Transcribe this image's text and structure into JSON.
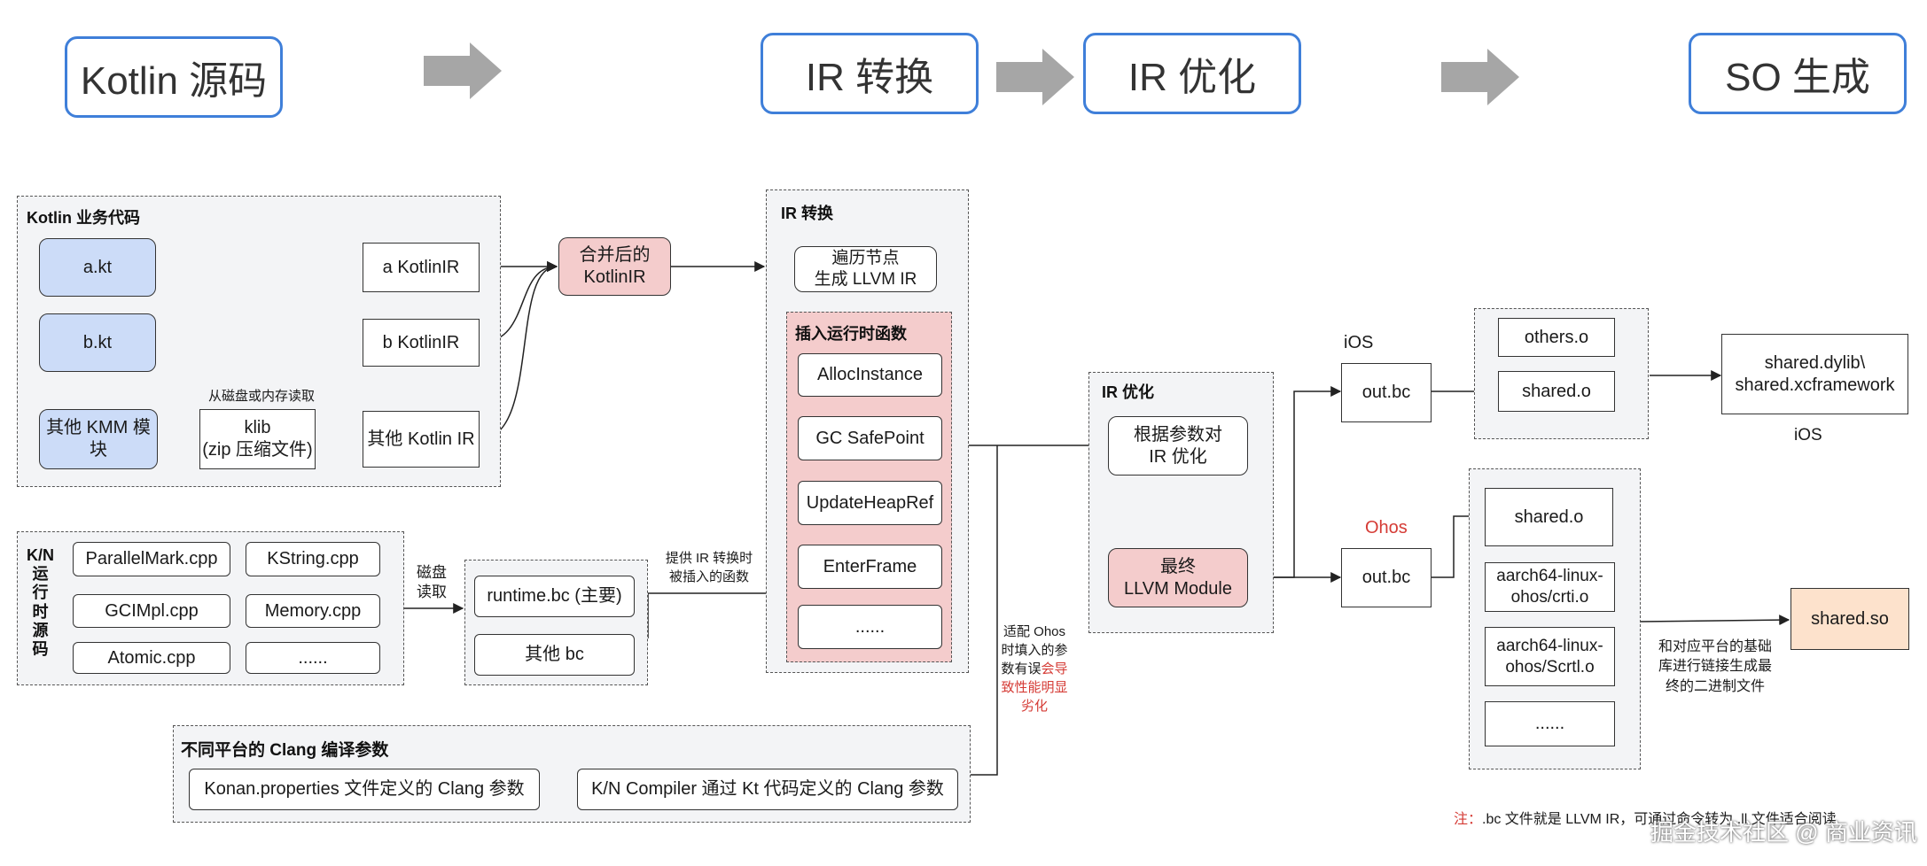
{
  "stages": {
    "s1": "Kotlin 源码",
    "s2": "IR 转换",
    "s3": "IR 优化",
    "s4": "SO 生成"
  },
  "kotlin_group": {
    "title": "Kotlin 业务代码",
    "a_kt": "a.kt",
    "b_kt": "b.kt",
    "kmm": "其他 KMM 模块",
    "klib": "klib\n(zip 压缩文件)",
    "read_note": "从磁盘或内存读取",
    "a_ir": "a  KotlinIR",
    "b_ir": "b  KotlinIR",
    "other_ir": "其他 Kotlin IR"
  },
  "merged": "合并后的\nKotlinIR",
  "kn_group": {
    "title": "K/N\n运\n行\n时\n源\n码",
    "files": [
      "ParallelMark.cpp",
      "KString.cpp",
      "GCIMpl.cpp",
      "Memory.cpp",
      "Atomic.cpp",
      "......"
    ]
  },
  "disk_read": "磁盘\n读取",
  "bc_group": {
    "runtime": "runtime.bc (主要)",
    "other": "其他 bc"
  },
  "provide_note": "提供 IR 转换时\n被插入的函数",
  "ir_group": {
    "title": "IR 转换",
    "traverse": "遍历节点\n生成 LLVM IR",
    "insert_title": "插入运行时函数",
    "funcs": [
      "AllocInstance",
      "GC SafePoint",
      "UpdateHeapRef",
      "EnterFrame",
      "......"
    ]
  },
  "opt_group": {
    "title": "IR 优化",
    "param": "根据参数对\nIR 优化",
    "final": "最终\nLLVM Module"
  },
  "adapt_note": {
    "normal": "适配 Ohos\n时填入的参\n数有误",
    "red": "会导\n致性能明显\n劣化"
  },
  "clang_group": {
    "title": "不同平台的 Clang 编译参数",
    "konan": "Konan.properties 文件定义的 Clang 参数",
    "compiler": "K/N Compiler 通过 Kt 代码定义的 Clang 参数"
  },
  "ios": {
    "label": "iOS",
    "out": "out.bc",
    "others": "others.o",
    "shared": "shared.o",
    "dylib": "shared.dylib\\\nshared.xcframework",
    "caption": "iOS"
  },
  "ohos": {
    "label": "Ohos",
    "out": "out.bc",
    "files": [
      "shared.o",
      "aarch64-linux-\nohos/crti.o",
      "aarch64-linux-\nohos/Scrtl.o",
      "......"
    ],
    "so": "shared.so",
    "link_note": "和对应平台的基础\n库进行链接生成最\n终的二进制文件"
  },
  "footnote": {
    "prefix": "注：",
    "text": ".bc 文件就是 LLVM IR，可通过命令转为 .ll 文件适合阅读"
  },
  "watermark": "掘金技术社区 @ 商业资讯",
  "colors": {
    "stage_border": "#3f7fd9",
    "blue_box": "#ccdcf8",
    "pink_box": "#f4cccc",
    "peach_box": "#fde2cc",
    "big_arrow": "#a6a6a6",
    "warn_red": "#d53b35"
  }
}
